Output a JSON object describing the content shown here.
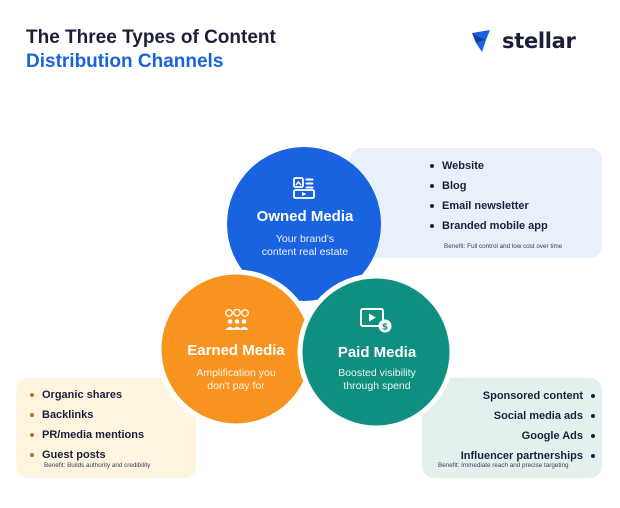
{
  "title": {
    "line1": "The Three Types of Content",
    "line2": "Distribution Channels"
  },
  "logo": {
    "text": "stellar",
    "icon": "stellar-logo-icon"
  },
  "colors": {
    "owned": "#1a63e0",
    "earned": "#f7931e",
    "paid": "#0e8f7f",
    "navy": "#1c1f3a"
  },
  "owned": {
    "title": "Owned Media",
    "subtitle": [
      "Your brand's",
      "content real estate"
    ],
    "icon": "layout-grid-icon",
    "items": [
      "Website",
      "Blog",
      "Email newsletter",
      "Branded mobile app"
    ],
    "benefit": "Benefit: Full control and low cost over time"
  },
  "earned": {
    "title": "Earned Media",
    "subtitle": [
      "Amplification you",
      "don't pay for"
    ],
    "icon": "people-speech-icon",
    "items": [
      "Organic shares",
      "Backlinks",
      "PR/media mentions",
      "Guest posts"
    ],
    "benefit": "Benefit: Builds authority and credibility"
  },
  "paid": {
    "title": "Paid Media",
    "subtitle": [
      "Boosted visibility",
      "through spend"
    ],
    "icon": "video-dollar-icon",
    "items": [
      "Sponsored content",
      "Social media ads",
      "Google Ads",
      "Influencer partnerships"
    ],
    "benefit": "Benefit: Immediate reach and precise targeting"
  }
}
